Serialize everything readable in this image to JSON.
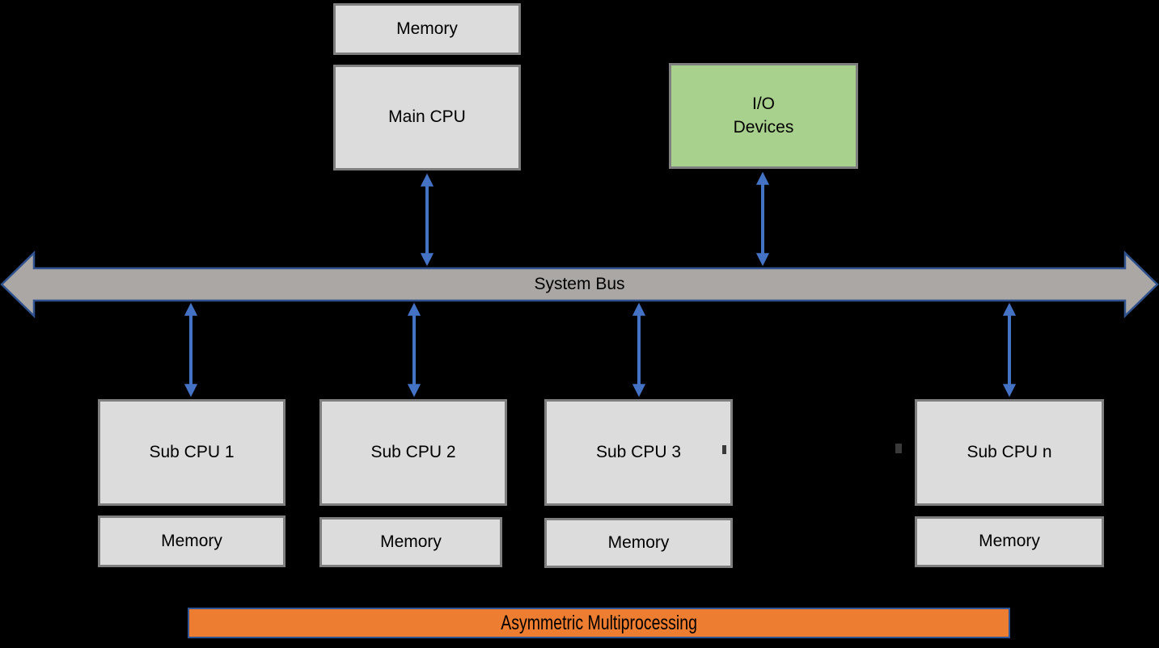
{
  "nodes": {
    "top_memory": {
      "label": "Memory"
    },
    "main_cpu": {
      "label": "Main CPU"
    },
    "io_devices": {
      "label_line1": "I/O",
      "label_line2": "Devices"
    },
    "system_bus": {
      "label": "System Bus"
    },
    "sub_cpus": [
      {
        "label": "Sub CPU 1",
        "memory_label": "Memory"
      },
      {
        "label": "Sub CPU 2",
        "memory_label": "Memory"
      },
      {
        "label": "Sub CPU 3",
        "memory_label": "Memory"
      },
      {
        "label": "Sub CPU n",
        "memory_label": "Memory"
      }
    ],
    "banner": {
      "label": "Asymmetric Multiprocessing"
    }
  },
  "colors": {
    "background": "#000000",
    "box_fill": "#dcdcdc",
    "box_border": "#7f7f7f",
    "io_fill": "#a9d18e",
    "bus_fill": "#aba7a4",
    "bus_border": "#2f528f",
    "connector": "#4472c4",
    "banner_fill": "#ed7d31",
    "banner_border": "#2f5597",
    "text": "#000000"
  }
}
